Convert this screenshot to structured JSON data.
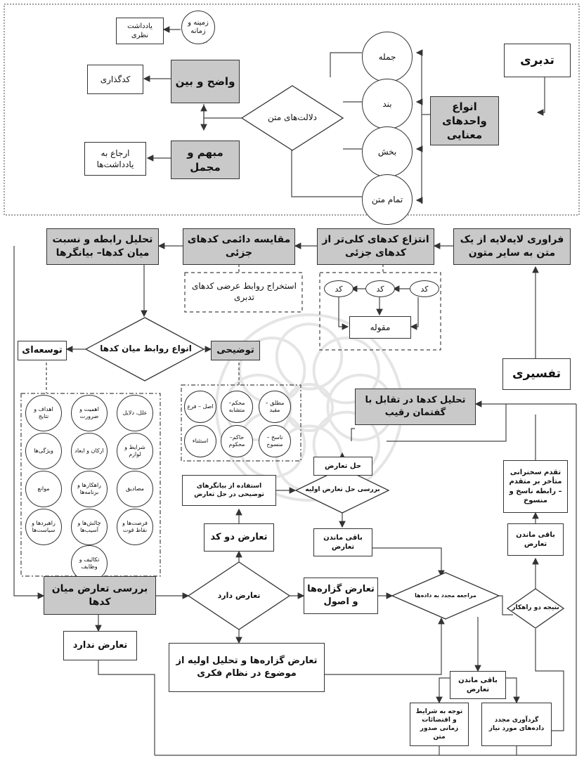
{
  "top": {
    "tadabbori": "تدبری",
    "anvae_vahedha": "انواع واحدهای معنایی",
    "jomle": "جمله",
    "band": "بند",
    "bakhsh": "بخش",
    "tamam_matn": "تمام متن",
    "dalalat": "دلالت‌های متن",
    "vazeh": "واضح و بین",
    "mobham": "مبهم و مجمل",
    "kodgozari": "کدگذاری",
    "erja": "ارجاع به یادداشت‌ها",
    "zamine": "زمینه و زمانه",
    "yaddasht_nazari": "یادداشت نظری"
  },
  "row1": {
    "faravari": "فراوری لایه‌لایه از یک متن به سایر متون",
    "entezae": "انتزاع کدهای کلی‌تر از کدهای جزئی",
    "moghayese": "مقایسه دائمی کدهای جزئی",
    "tahlil_rabete": "تحلیل رابطه و نسبت میان کدها– بیانگرها",
    "estekhraj": "استخراج روابط عرضی کدهای تدبری",
    "kod": "کد",
    "maghule": "مقوله"
  },
  "middle": {
    "anvae_ravabet": "انواع روابط میان کدها",
    "tosee": "توسعه‌ای",
    "tozihi": "توضیحی",
    "tafsiri": "تفسیری",
    "tahlil_raghib": "تحلیل کدها در تقابل با گفتمان رقیب",
    "tozihi_items": [
      "مطلق – مقید",
      "محکم– متشابه",
      "اصل – فرع",
      "ناسخ – منسوخ",
      "حاکم– محکوم",
      "استثناء"
    ],
    "tosee_items": [
      "علل، دلایل",
      "اهمیت و ضرورت",
      "اهداف و نتایج",
      "شرایط و لوازم",
      "ارکان و ابعاد",
      "ویژگی‌ها",
      "مصادیق",
      "راهکارها و برنامه‌ها",
      "موانع",
      "فرصت‌ها و نقاط قوت",
      "چالش‌ها و آسیب‌ها",
      "راهبردها و سیاست‌ها",
      "تکالیف و وظایف"
    ]
  },
  "lower": {
    "hal_taaroz": "حل تعارض",
    "barresi_hal": "بررسی حل تعارض اولیه",
    "estefade": "استفاده از بیانگرهای توضیحی در حل تعارض",
    "baghi1": "باقی ماندن تعارض",
    "taaroz_do_kod": "تعارض دو کد",
    "taghaddom": "تقدم سخنرانی متأخر بر متقدم – رابطه ناسخ و منسوخ",
    "baghi2": "باقی ماندن تعارض",
    "natije": "نتیجه دو راهکار",
    "barresi_taaroz": "بررسی تعارض میان کدها",
    "taaroz_darad": "تعارض دارد",
    "taaroz_gozare": "تعارض گزاره‌ها و اصول",
    "moraje": "مراجعه مجدد به داده‌ها",
    "taaroz_nadarad": "تعارض ندارد",
    "taaroz_gozare_tahlil": "تعارض گزاره‌ها و تحلیل اولیه از موضوع در نظام فکری",
    "baghi3": "باقی ماندن تعارض",
    "tavajjoh": "توجه به شرایط و اقتضائات زمانی صدور متن",
    "gerdavari": "گردآوری مجدد داده‌های مورد نیاز"
  }
}
